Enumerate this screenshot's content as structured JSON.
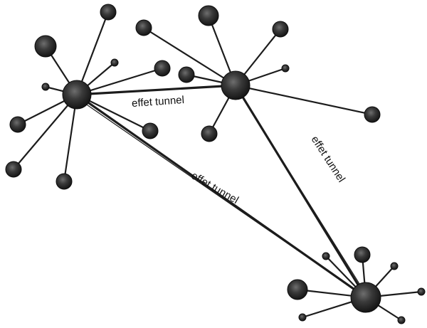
{
  "diagram": {
    "edge_labels": {
      "a_b": "effet tunnel",
      "a_c": "effet tunnel",
      "b_c": "effet tunnel"
    },
    "colors": {
      "background": "#ffffff",
      "line": "#1c1c1c",
      "node_fill_center": "#6e6e6e",
      "node_fill_mid": "#3a3a3a",
      "node_fill_edge": "#151515"
    }
  }
}
